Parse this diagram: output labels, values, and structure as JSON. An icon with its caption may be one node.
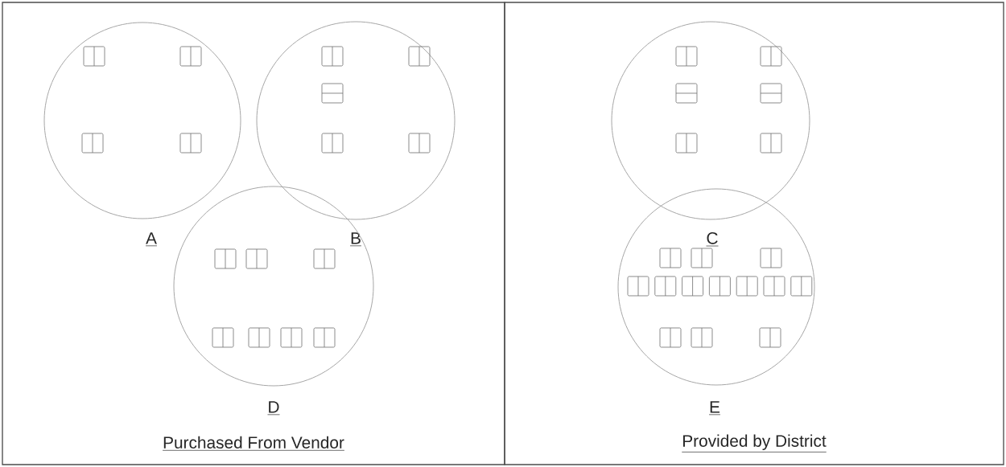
{
  "diagram": {
    "nodes": [
      {
        "text": [
          "Purchased From Vendor"
        ]
      },
      {
        "text": [
          "Provided by District"
        ]
      },
      {
        "text": [],
        "shape": "circle",
        "beside": [
          "A"
        ],
        "in": 0
      },
      {
        "text": [],
        "shape": "circle",
        "beside": [
          "B"
        ],
        "in": 0
      },
      {
        "text": [],
        "shape": "circle",
        "beside": [
          "D"
        ],
        "in": 0
      },
      {
        "text": [],
        "shape": "circle",
        "beside": [
          "C"
        ],
        "in": 1
      },
      {
        "text": [],
        "shape": "circle",
        "beside": [
          "E"
        ],
        "in": 1
      }
    ]
  }
}
